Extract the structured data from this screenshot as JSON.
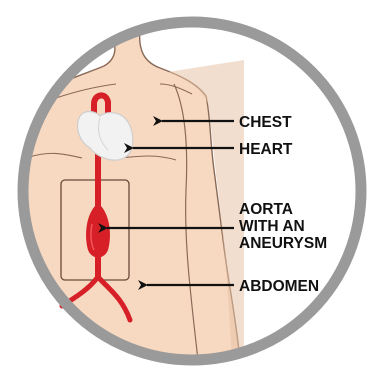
{
  "labels": {
    "chest": "CHEST",
    "heart": "HEART",
    "aorta_line1": "AORTA",
    "aorta_line2": "WITH AN",
    "aorta_line3": "ANEURYSM",
    "abdomen": "ABDOMEN"
  },
  "colors": {
    "ring": "#9a9a9a",
    "skin": "#f7d8c0",
    "skin_outline": "#8a6a58",
    "skin_shadow": "#e8c2a6",
    "aorta": "#d61f26",
    "aorta_dark": "#a8141a",
    "heart": "#f2f2f2",
    "text": "#111111"
  }
}
